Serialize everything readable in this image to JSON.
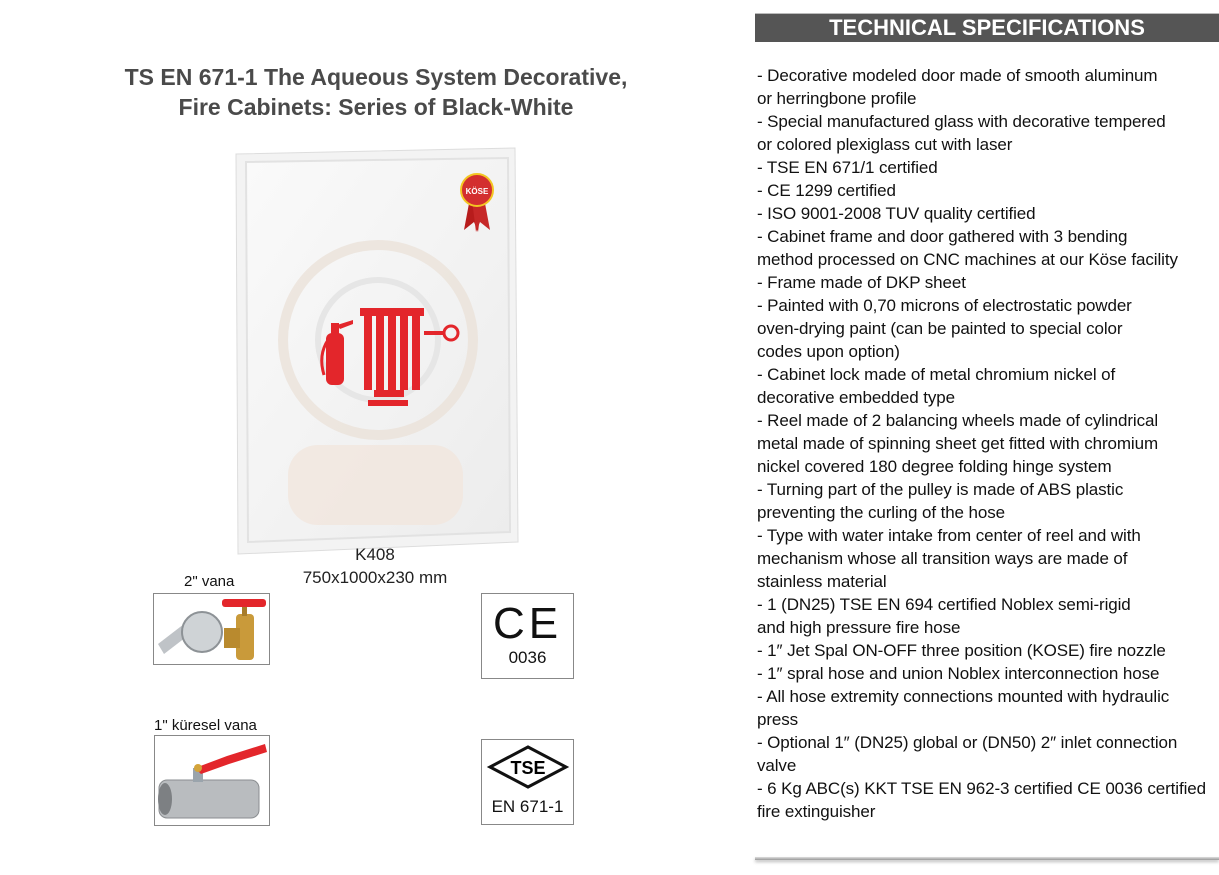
{
  "product": {
    "title_line1": "TS EN 671-1 The Aqueous System Decorative,",
    "title_line2": "Fire Cabinets: Series of Black-White",
    "model": "K408",
    "dimensions": "750x1000x230 mm",
    "logo_text": "KÖSE"
  },
  "accessories": [
    {
      "caption": "2\" vana"
    },
    {
      "caption": "1\" küresel vana"
    }
  ],
  "certifications": [
    {
      "mark": "CE",
      "code": "0036"
    },
    {
      "mark": "TSE",
      "code": "EN 671-1"
    }
  ],
  "specs": {
    "header": "TECHNICAL SPECIFICATIONS",
    "lines": [
      "- Decorative modeled door made of smooth aluminum",
      "or herringbone profile",
      "- Special manufactured glass with decorative tempered",
      "or colored plexiglass cut with laser",
      "- TSE EN 671/1 certified",
      "- CE 1299 certified",
      "- ISO 9001-2008 TUV quality certified",
      "- Cabinet frame and door gathered with 3 bending",
      "method processed on CNC machines at our Köse facility",
      "- Frame made of DKP sheet",
      "- Painted with 0,70 microns of electrostatic powder",
      "oven-drying paint (can be painted to special color",
      "codes upon option)",
      "- Cabinet lock made of metal chromium nickel of",
      "decorative embedded type",
      "- Reel made of 2 balancing wheels made of cylindrical",
      "metal made of spinning sheet get fitted with chromium",
      "nickel covered 180 degree folding hinge system",
      "- Turning part of the pulley is made of ABS plastic",
      "preventing the curling of the hose",
      "- Type with water intake from center of reel and with",
      "mechanism whose all transition ways are made of",
      "stainless material",
      "- 1 (DN25) TSE EN 694 certified Noblex semi-rigid",
      "and high pressure fire hose",
      "- 1″ Jet Spal ON-OFF three position (KOSE) fire nozzle",
      "- 1″ spral hose and union Noblex interconnection hose",
      "- All hose extremity connections mounted with hydraulic",
      "press",
      "- Optional 1″ (DN25) global or (DN50) 2″ inlet connection",
      "valve",
      "- 6 Kg ABC(s) KKT TSE EN 962-3 certified CE 0036 certified",
      "fire extinguisher"
    ]
  },
  "colors": {
    "accent_red": "#e3262b",
    "header_bg": "#555555"
  }
}
